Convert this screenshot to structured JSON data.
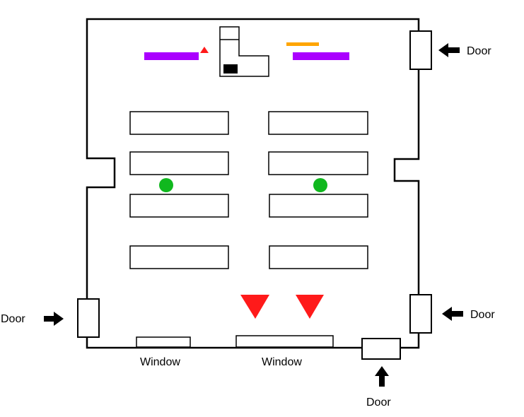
{
  "labels": {
    "door_right_top": "Door",
    "door_right_bottom": "Door",
    "door_left": "Door",
    "door_bottom": "Door",
    "window_left": "Window",
    "window_center": "Window"
  },
  "colors": {
    "wall": "#000000",
    "purple_bar": "#aa00ff",
    "orange_bar": "#ffa500",
    "red_marker": "#ff1a1a",
    "green_dot": "#10b81e",
    "dark_block": "#000000"
  }
}
